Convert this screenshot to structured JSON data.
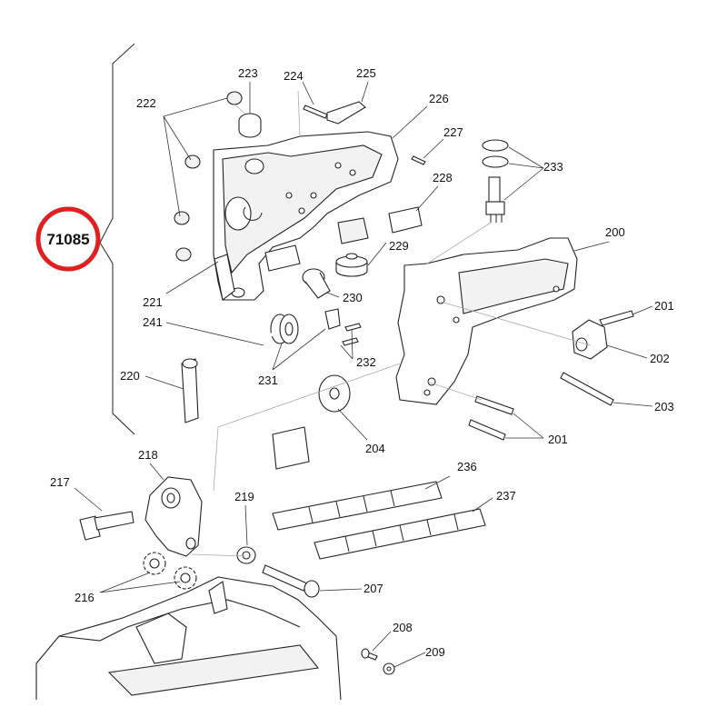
{
  "assembly": {
    "number": "71085",
    "ring_color": "#e02020"
  },
  "labels": {
    "p200": "200",
    "p201a": "201",
    "p201b": "201",
    "p202": "202",
    "p203": "203",
    "p204": "204",
    "p207": "207",
    "p208": "208",
    "p209": "209",
    "p216": "216",
    "p217": "217",
    "p218": "218",
    "p219": "219",
    "p220": "220",
    "p221": "221",
    "p222": "222",
    "p223": "223",
    "p224": "224",
    "p225": "225",
    "p226": "226",
    "p227": "227",
    "p228": "228",
    "p229": "229",
    "p230": "230",
    "p231": "231",
    "p232": "232",
    "p233": "233",
    "p236": "236",
    "p237": "237",
    "p241": "241"
  }
}
